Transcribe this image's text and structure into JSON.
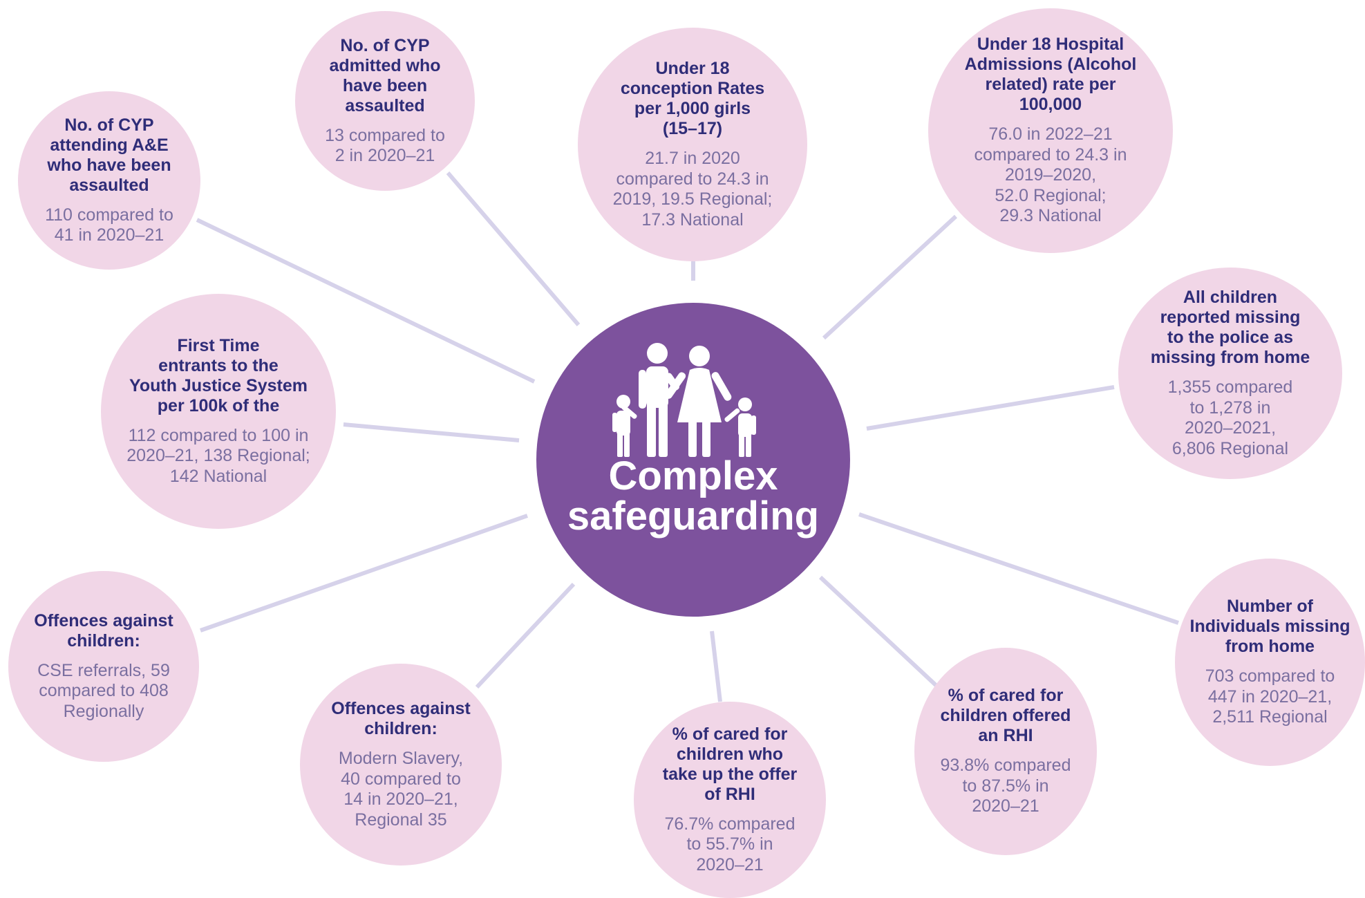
{
  "center": {
    "title": "Complex\nsafeguarding",
    "icon": "family-icon"
  },
  "bubbles": [
    {
      "title": "No. of CYP\nattending A&E\nwho have been\nassaulted",
      "value": "110 compared to\n41 in 2020–21"
    },
    {
      "title": "No. of CYP\nadmitted who\nhave been\nassaulted",
      "value": "13 compared to\n2 in 2020–21"
    },
    {
      "title": "Under 18\nconception Rates\nper 1,000 girls\n(15–17)",
      "value": "21.7 in 2020\ncompared to 24.3 in\n2019, 19.5 Regional;\n17.3 National"
    },
    {
      "title": "Under 18 Hospital\nAdmissions (Alcohol\nrelated) rate per\n100,000",
      "value": "76.0 in 2022–21\ncompared to 24.3 in\n2019–2020,\n52.0 Regional;\n29.3 National"
    },
    {
      "title": "All children\nreported missing\nto the police as\nmissing from home",
      "value": "1,355 compared\nto 1,278 in\n2020–2021,\n6,806 Regional"
    },
    {
      "title": "Number of\nIndividuals missing\nfrom home",
      "value": "703 compared to\n447 in 2020–21,\n2,511 Regional"
    },
    {
      "title": "% of cared for\nchildren offered\nan RHI",
      "value": "93.8% compared\nto 87.5% in\n2020–21"
    },
    {
      "title": "% of cared for\nchildren who\ntake up the offer\nof RHI",
      "value": "76.7% compared\nto 55.7% in\n2020–21"
    },
    {
      "title": "Offences against\nchildren:",
      "value": "Modern Slavery,\n40 compared to\n14 in 2020–21,\nRegional 35"
    },
    {
      "title": "Offences against\nchildren:",
      "value": "CSE referrals, 59\ncompared to 408\nRegionally"
    },
    {
      "title": "First Time\nentrants to the\nYouth Justice System\nper 100k of the",
      "value": "112 compared to 100 in\n2020–21, 138 Regional;\n142 National"
    }
  ],
  "colors": {
    "center_fill": "#7d529d",
    "bubble_fill": "#f1d6e7",
    "title_text": "#2f2d78",
    "value_text": "#7a6fa0",
    "connector": "#d6d2ea"
  }
}
